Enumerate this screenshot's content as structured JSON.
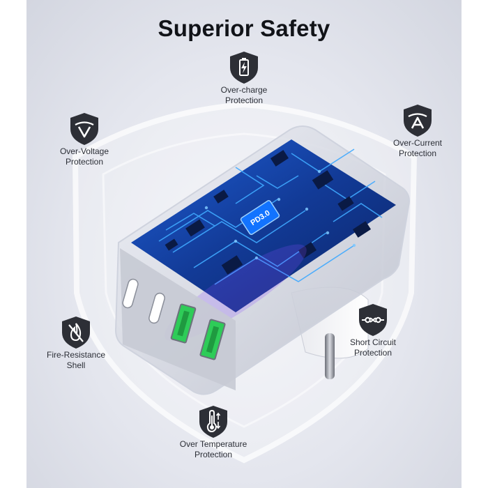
{
  "title": "Superior Safety",
  "chip_label": "PD3.0",
  "features": {
    "over_charge": {
      "label": "Over-charge\nProtection",
      "icon": "battery-charge-icon"
    },
    "over_voltage": {
      "label": "Over-Voltage\nProtection",
      "icon": "voltage-v-icon"
    },
    "over_current": {
      "label": "Over-Current\nProtection",
      "icon": "current-a-icon"
    },
    "fire_resistance": {
      "label": "Fire-Resistance\nShell",
      "icon": "no-fire-icon"
    },
    "short_circuit": {
      "label": "Short Circuit\nProtection",
      "icon": "short-circuit-icon"
    },
    "over_temperature": {
      "label": "Over Temperature\nProtection",
      "icon": "thermometer-icon"
    }
  },
  "colors": {
    "badge": "#2d2f36",
    "circuit": "#1b56c9",
    "trace": "#3fa9ff",
    "port_green": "#2ecc58"
  }
}
